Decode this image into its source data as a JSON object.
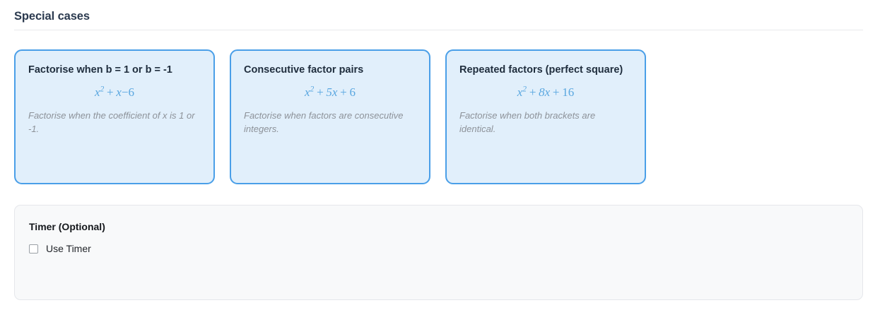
{
  "section": {
    "heading": "Special cases"
  },
  "cards": [
    {
      "title": "Factorise when b = 1 or b = -1",
      "formula": {
        "base": "x",
        "exponent": "2",
        "op1": "+",
        "term2": "x",
        "op2": "−",
        "term3": "6",
        "plain": "x² + x−6"
      },
      "description": "Factorise when the coefficient of x is 1 or -1."
    },
    {
      "title": "Consecutive factor pairs",
      "formula": {
        "base": "x",
        "exponent": "2",
        "op1": "+",
        "term2": "5x",
        "op2": "+",
        "term3": "6",
        "plain": "x² + 5x + 6"
      },
      "description": "Factorise when factors are consecutive integers."
    },
    {
      "title": "Repeated factors (perfect square)",
      "formula": {
        "base": "x",
        "exponent": "2",
        "op1": "+",
        "term2": "8x",
        "op2": "+",
        "term3": "16",
        "plain": "x² + 8x + 16"
      },
      "description": "Factorise when both brackets are identical."
    }
  ],
  "timer": {
    "title": "Timer (Optional)",
    "use_timer_label": "Use Timer",
    "use_timer_checked": false
  },
  "colors": {
    "page_background": "#ffffff",
    "heading_text": "#2b3a4f",
    "divider": "#e9eaec",
    "card_background": "#e1effb",
    "card_border": "#4a9fe8",
    "card_title_text": "#1f2d3d",
    "formula_text": "#5aa7e0",
    "description_text": "#8d9299",
    "panel_background": "#f8f9fa",
    "panel_border": "#e5e7eb",
    "checkbox_border": "#9aa0a6"
  }
}
